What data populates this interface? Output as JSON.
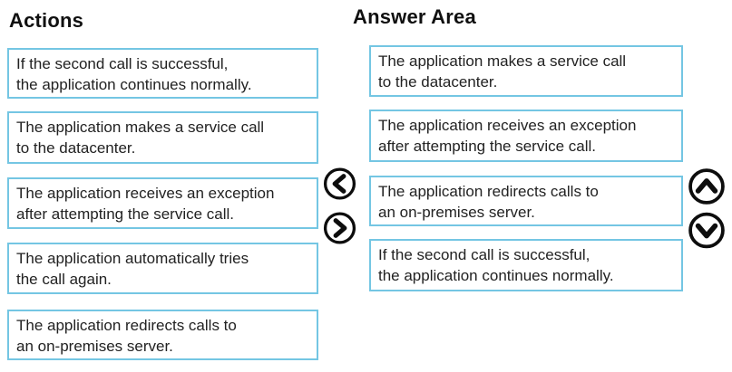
{
  "colors": {
    "background": "#ffffff",
    "card_border": "#74c6e3",
    "arrow": "#0d0d0d",
    "text": "#222222"
  },
  "actions_panel": {
    "title": "Actions",
    "items": [
      {
        "lines": [
          "If the second call is successful,",
          "the application continues normally."
        ]
      },
      {
        "lines": [
          "The application makes a service call",
          "to the datacenter."
        ]
      },
      {
        "lines": [
          "The application receives an exception",
          "after attempting the service call."
        ]
      },
      {
        "lines": [
          "The application automatically tries",
          "the call again."
        ]
      },
      {
        "lines": [
          "The application redirects calls to",
          "an on-premises server."
        ]
      }
    ]
  },
  "answer_panel": {
    "title": "Answer Area",
    "items": [
      {
        "lines": [
          "The application makes a service call",
          "to the datacenter."
        ]
      },
      {
        "lines": [
          "The application receives an exception",
          "after attempting the service call."
        ]
      },
      {
        "lines": [
          "The application redirects calls to",
          "an on-premises server."
        ]
      },
      {
        "lines": [
          "If the second call is successful,",
          "the application continues normally."
        ]
      }
    ]
  },
  "controls": {
    "move_left_icon": "chevron-left",
    "move_right_icon": "chevron-right",
    "move_up_icon": "chevron-up",
    "move_down_icon": "chevron-down"
  }
}
